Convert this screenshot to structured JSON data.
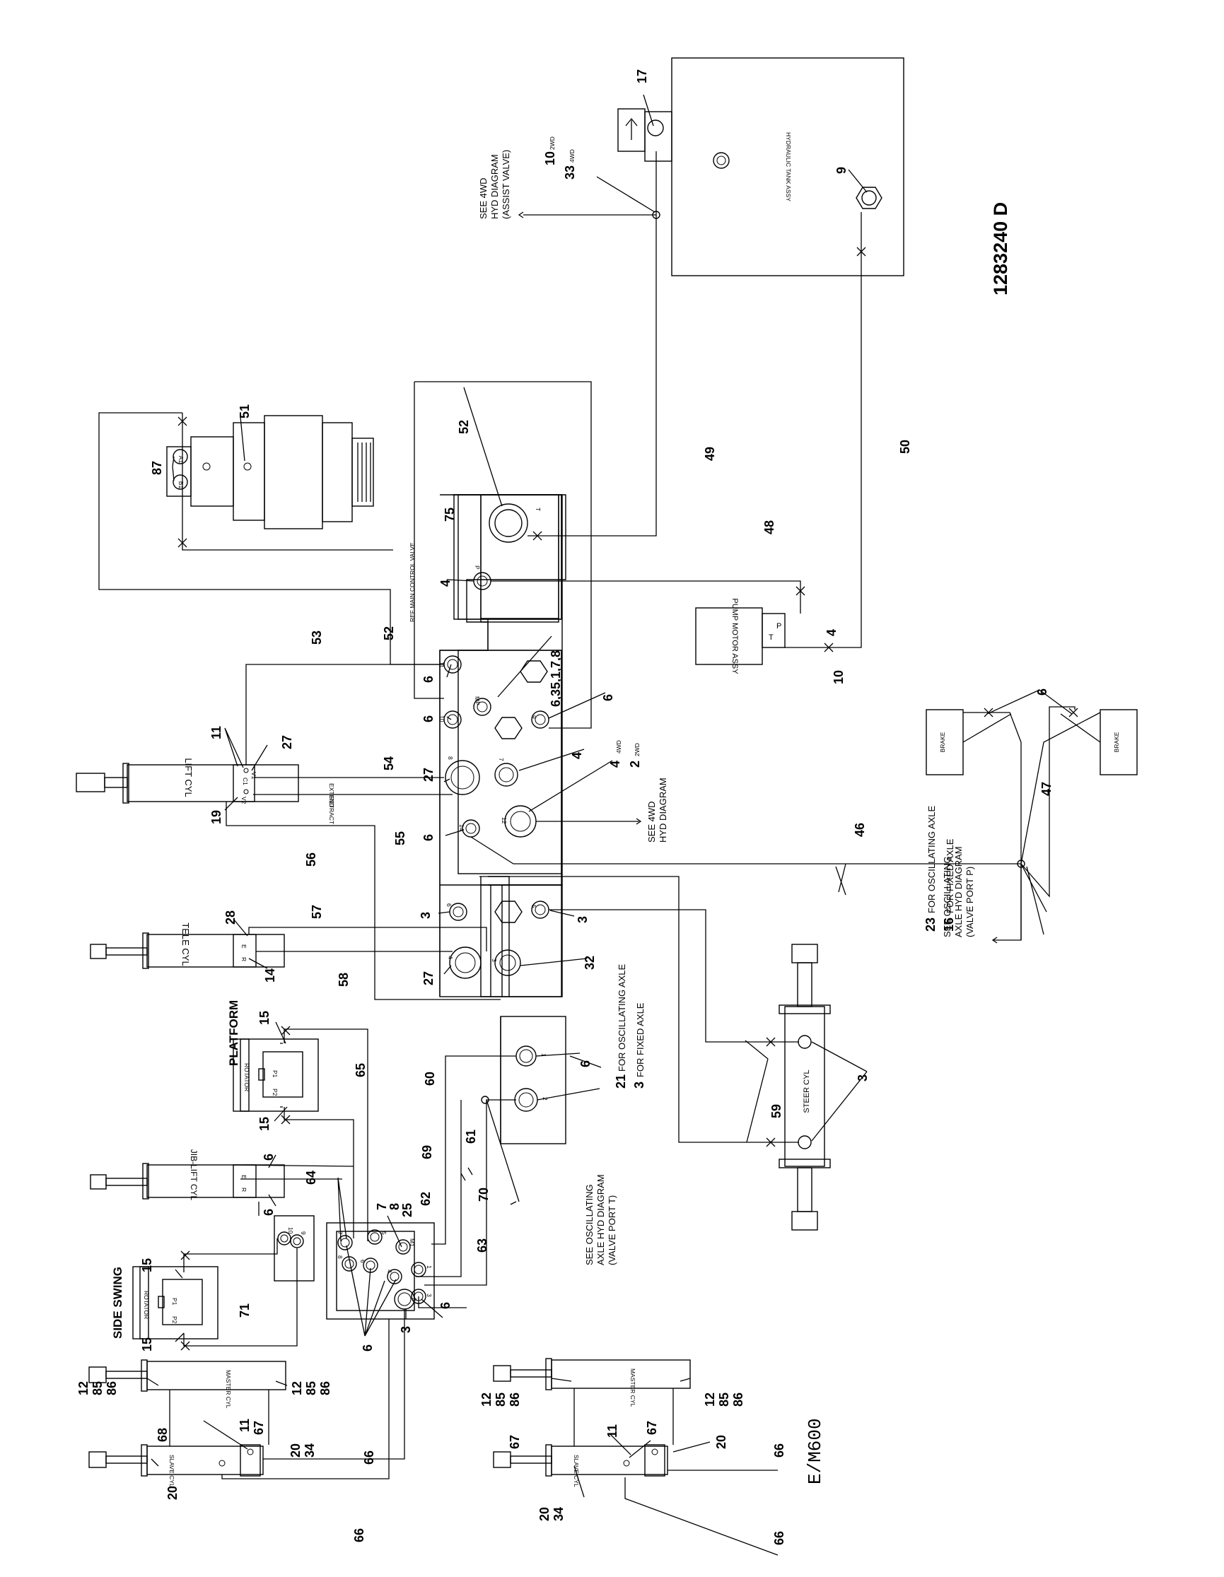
{
  "drawing_number": "1283240 D",
  "watermark": "E/M600",
  "components": {
    "hydraulic_tank": "HYDRAULIC TANK ASSY",
    "pump_motor": "PUMP MOTOR ASSY",
    "pump_port_t": "T",
    "pump_port_p": "P",
    "main_control_valve_ref": "REF MAIN CONTROL VALVE",
    "lift_cyl": "LIFT CYL",
    "tele_cyl": "TELE CYL",
    "jib_lift_cyl": "JIB-LIFT CYL",
    "steer_cyl": "STEER CYL",
    "master_cyl": "MASTER CYL",
    "slave_cyl": "SLAVE CYL",
    "brake": "BRAKE",
    "rotator": "ROTATOR",
    "platform_label": "PLATFORM",
    "side_swing_label": "SIDE SWING",
    "extend": "EXTEND",
    "retract": "RETRACT"
  },
  "port_labels": {
    "T": "T",
    "P": "P",
    "MP": "MP",
    "P1": "P1",
    "P2": "P2",
    "A1": "A1",
    "B1": "B1",
    "V1": "V1",
    "V2": "V2",
    "C1": "C1",
    "C2": "C2",
    "E": "E",
    "R": "R",
    "M1": "M1",
    "n1": "1",
    "n2": "2",
    "n3": "3",
    "n4": "4",
    "n5": "5",
    "n6": "6",
    "n7": "7",
    "n8": "8",
    "n9": "9",
    "n10": "10",
    "n11": "11",
    "n12": "12",
    "n14": "14"
  },
  "notes": {
    "see_4wd_assist": [
      "SEE 4WD",
      "HYD DIAGRAM",
      "(ASSIST VALVE)"
    ],
    "see_4wd": [
      "SEE 4WD",
      "HYD DIAGRAM"
    ],
    "see_osc_p": [
      "SEE OSCILLATING",
      "AXLE HYD DIAGRAM",
      "(VALVE PORT P)"
    ],
    "see_osc_t": [
      "SEE OSCILLATING",
      "AXLE HYD DIAGRAM",
      "(VALVE PORT T)"
    ],
    "for_osc_axle": "FOR OSCILLATING AXLE",
    "for_fixed_axle": "FOR FIXED AXLE",
    "sub_2wd": "2WD",
    "sub_4wd": "4WD"
  },
  "callouts": {
    "c1": "1",
    "c2": "2",
    "c3": "3",
    "c4": "4",
    "c6": "6",
    "c7": "7",
    "c8": "8",
    "c9": "9",
    "c10": "10",
    "c11": "11",
    "c12": "12",
    "c14": "14",
    "c15": "15",
    "c16": "16",
    "c17": "17",
    "c19": "19",
    "c20": "20",
    "c21": "21",
    "c23": "23",
    "c25": "25",
    "c27": "27",
    "c28": "28",
    "c32": "32",
    "c33": "33",
    "c34": "34",
    "c46": "46",
    "c47": "47",
    "c48": "48",
    "c49": "49",
    "c50": "50",
    "c51": "51",
    "c52": "52",
    "c53": "53",
    "c54": "54",
    "c55": "55",
    "c56": "56",
    "c57": "57",
    "c58": "58",
    "c59": "59",
    "c60": "60",
    "c61": "61",
    "c62": "62",
    "c63": "63",
    "c64": "64",
    "c65": "65",
    "c66": "66",
    "c67": "67",
    "c68": "68",
    "c69": "69",
    "c70": "70",
    "c71": "71",
    "c75": "75",
    "c85": "85",
    "c86": "86",
    "c87": "87",
    "c6_35_1_7_8": "6,35,1,7,8"
  }
}
